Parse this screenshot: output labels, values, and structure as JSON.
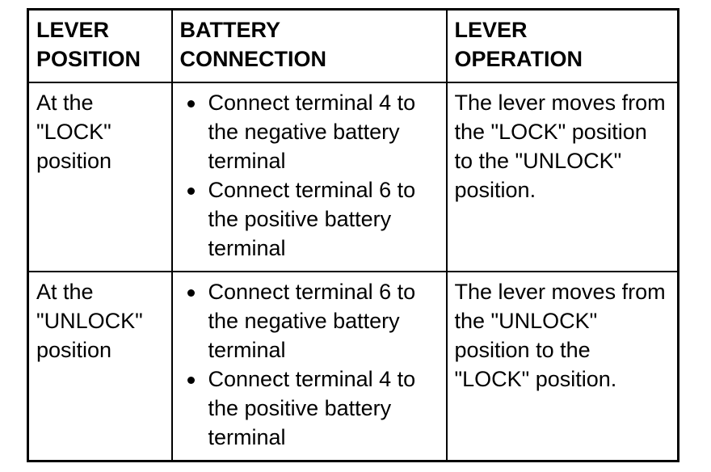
{
  "table": {
    "headers": [
      {
        "lines": [
          "LEVER",
          "POSITION"
        ]
      },
      {
        "lines": [
          "BATTERY",
          "CONNECTION"
        ]
      },
      {
        "lines": [
          "LEVER",
          "OPERATION"
        ]
      }
    ],
    "rows": [
      {
        "position": "At the \"LOCK\" position",
        "connection": [
          "Connect terminal 4 to the negative battery terminal",
          "Connect terminal 6 to the positive battery terminal"
        ],
        "operation": "The lever moves from the \"LOCK\" position to the \"UNLOCK\" position."
      },
      {
        "position": "At the \"UNLOCK\" position",
        "connection": [
          "Connect terminal 6 to the negative battery terminal",
          "Connect terminal 4 to the positive battery terminal"
        ],
        "operation": "The lever moves from the \"UNLOCK\" position to the \"LOCK\" position."
      }
    ]
  },
  "colors": {
    "border": "#000000",
    "text": "#000000",
    "background": "#ffffff"
  }
}
